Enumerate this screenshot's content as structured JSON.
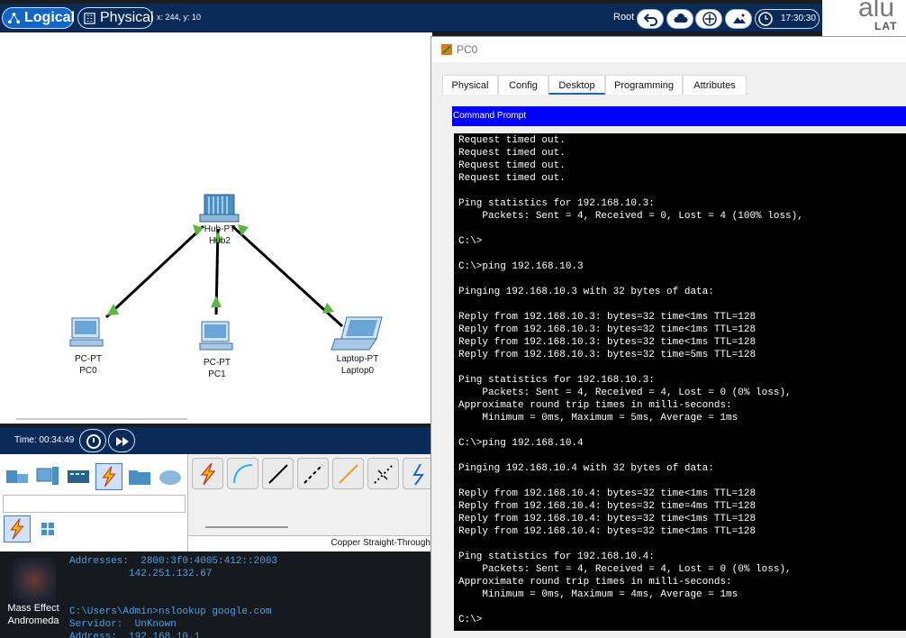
{
  "topbar": {
    "logical_label": "Logical",
    "physical_label": "Physical",
    "coords": "x: 244, y: 10",
    "root_label": "Root",
    "clock": "17:30:30"
  },
  "corner": {
    "big": "alu",
    "small": "LAT"
  },
  "network": {
    "hub": {
      "type": "Hub-PT",
      "name": "Hub2"
    },
    "pc0": {
      "type": "PC-PT",
      "name": "PC0"
    },
    "pc1": {
      "type": "PC-PT",
      "name": "PC1"
    },
    "laptop": {
      "type": "Laptop-PT",
      "name": "Laptop0"
    },
    "link_color": "#000000",
    "port_color": "#5cb83a"
  },
  "timebar": {
    "time": "Time: 00:34:49"
  },
  "palette": {
    "connection_caption": "Copper Straight-Through"
  },
  "desktop": {
    "icon_label_line1": "Mass Effect",
    "icon_label_line2": "Andromeda",
    "term_lines": [
      "Addresses:  2800:3f0:4005:412::2003",
      "          142.251.132.67",
      "",
      "",
      "C:\\Users\\Admin>nslookup google.com",
      "Servidor:  UnKnown",
      "Address:  192.168.10.1"
    ]
  },
  "pc_window": {
    "title": "PC0",
    "tabs": [
      "Physical",
      "Config",
      "Desktop",
      "Programming",
      "Attributes"
    ],
    "active_tab": "Desktop",
    "cmd_title": "Command Prompt",
    "cmd_lines": [
      "Request timed out.",
      "Request timed out.",
      "Request timed out.",
      "Request timed out.",
      "",
      "Ping statistics for 192.168.10.3:",
      "    Packets: Sent = 4, Received = 0, Lost = 4 (100% loss),",
      "",
      "C:\\>",
      "",
      "C:\\>ping 192.168.10.3",
      "",
      "Pinging 192.168.10.3 with 32 bytes of data:",
      "",
      "Reply from 192.168.10.3: bytes=32 time<1ms TTL=128",
      "Reply from 192.168.10.3: bytes=32 time<1ms TTL=128",
      "Reply from 192.168.10.3: bytes=32 time<1ms TTL=128",
      "Reply from 192.168.10.3: bytes=32 time=5ms TTL=128",
      "",
      "Ping statistics for 192.168.10.3:",
      "    Packets: Sent = 4, Received = 4, Lost = 0 (0% loss),",
      "Approximate round trip times in milli-seconds:",
      "    Minimum = 0ms, Maximum = 5ms, Average = 1ms",
      "",
      "C:\\>ping 192.168.10.4",
      "",
      "Pinging 192.168.10.4 with 32 bytes of data:",
      "",
      "Reply from 192.168.10.4: bytes=32 time<1ms TTL=128",
      "Reply from 192.168.10.4: bytes=32 time=4ms TTL=128",
      "Reply from 192.168.10.4: bytes=32 time<1ms TTL=128",
      "Reply from 192.168.10.4: bytes=32 time<1ms TTL=128",
      "",
      "Ping statistics for 192.168.10.4:",
      "    Packets: Sent = 4, Received = 4, Lost = 0 (0% loss),",
      "Approximate round trip times in milli-seconds:",
      "    Minimum = 0ms, Maximum = 4ms, Average = 1ms",
      "",
      "C:\\>"
    ]
  },
  "colors": {
    "topbar_bg": "#0a2a57",
    "logical_active": "#1265c9",
    "cmd_header": "#0000ff"
  }
}
